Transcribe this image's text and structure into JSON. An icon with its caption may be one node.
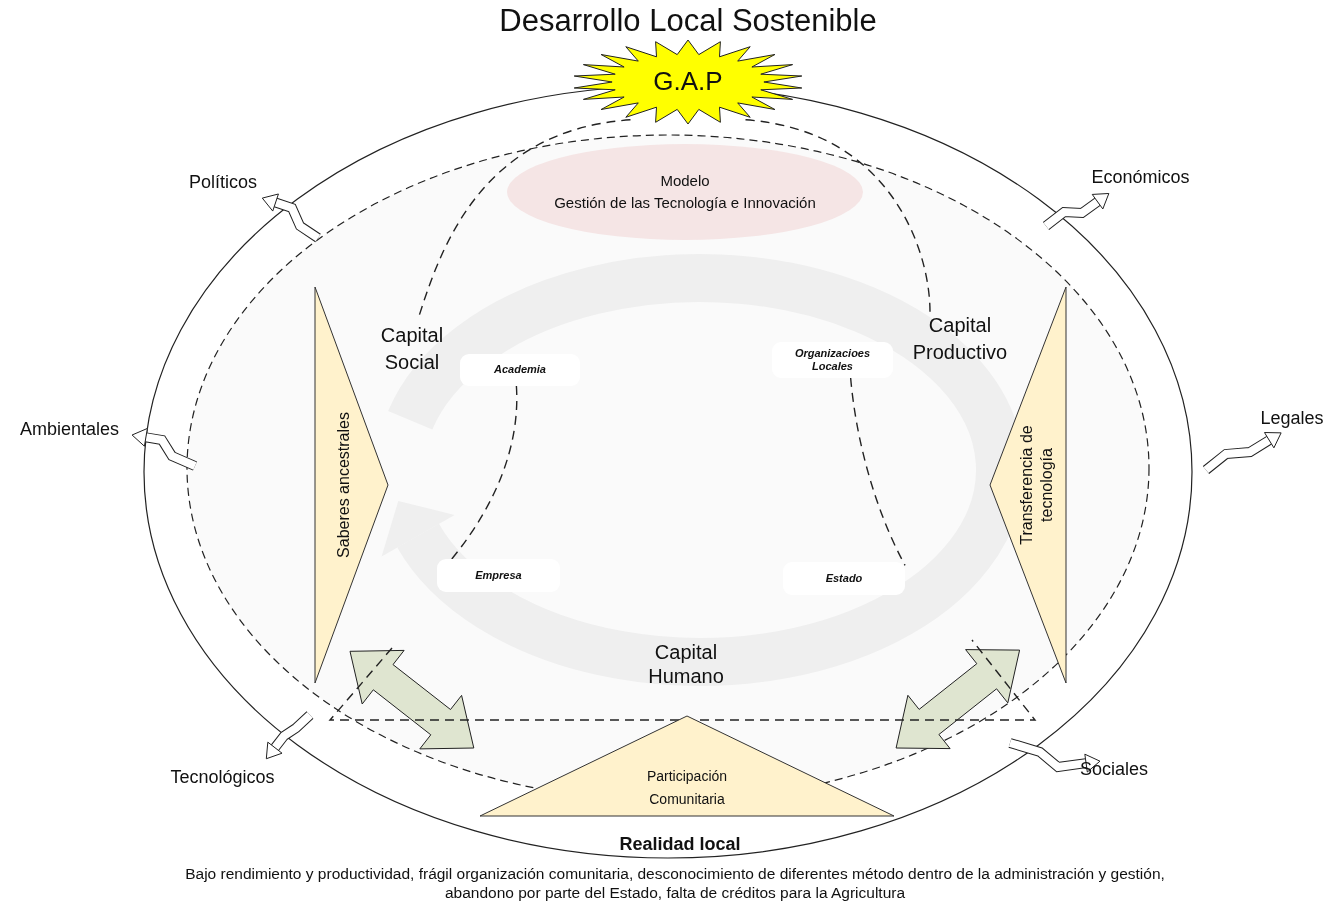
{
  "diagram": {
    "title": "Desarrollo Local Sostenible",
    "nodes": [
      {
        "text": [
          "G.A.P"
        ]
      },
      {
        "text": [
          "Modelo",
          "Gestión de las Tecnología e Innovación"
        ]
      },
      {
        "text": [
          "Saberes ancestrales"
        ]
      },
      {
        "text": [
          "Transferencia de tecnología"
        ]
      },
      {
        "text": [
          "Participación Comunitaria"
        ]
      },
      {
        "text": [
          "Academia"
        ]
      },
      {
        "text": [
          "Organizacioes Locales"
        ]
      },
      {
        "text": [
          "Empresa"
        ]
      },
      {
        "text": [
          "Estado"
        ]
      },
      {
        "text": [
          "Capital Social"
        ]
      },
      {
        "text": [
          "Capital Productivo"
        ]
      }
    ],
    "edges": [
      {
        "from": 5,
        "to": 7,
        "arrow": "none",
        "style": "dashed"
      },
      {
        "from": 6,
        "to": 8,
        "arrow": "none",
        "style": "dashed"
      },
      {
        "from": 0,
        "to": 9,
        "arrow": "none",
        "style": "dashed"
      },
      {
        "from": 0,
        "to": 10,
        "arrow": "none",
        "style": "dashed"
      },
      {
        "from": 2,
        "to": 4,
        "arrow": "both",
        "style": "thick",
        "color": "#dfe5d0"
      },
      {
        "from": 3,
        "to": 4,
        "arrow": "both",
        "style": "thick",
        "color": "#dfe5d0"
      }
    ],
    "labels": [
      "Políticos",
      "Económicos",
      "Ambientales",
      "Legales",
      "Capital Humano",
      "Tecnológicos",
      "Sociales",
      "Realidad local",
      "Bajo rendimiento y productividad, frágil organización comunitaria, desconocimiento de diferentes método dentro de la administración y gestión, abandono por parte del Estado, falta de créditos para la Agricultura"
    ]
  }
}
